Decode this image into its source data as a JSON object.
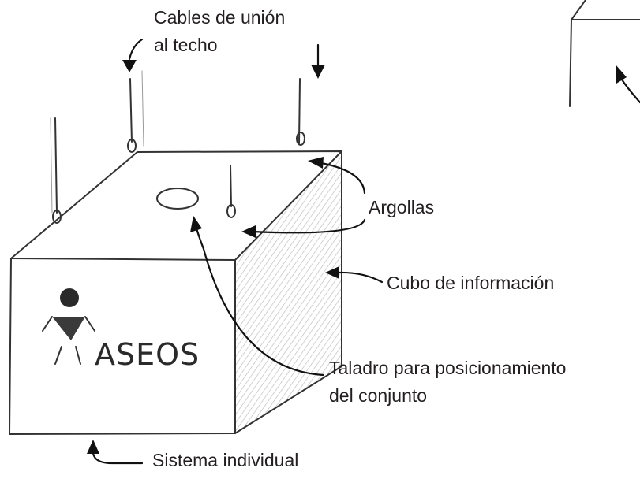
{
  "labels": {
    "cables_line1": "Cables de unión",
    "cables_line2": "al techo",
    "argollas": "Argollas",
    "cubo": "Cubo de información",
    "taladro_line1": "Taladro para posicionamiento",
    "taladro_line2": "del conjunto",
    "sistema": "Sistema individual"
  },
  "box": {
    "front_sign": "ASEOS"
  }
}
